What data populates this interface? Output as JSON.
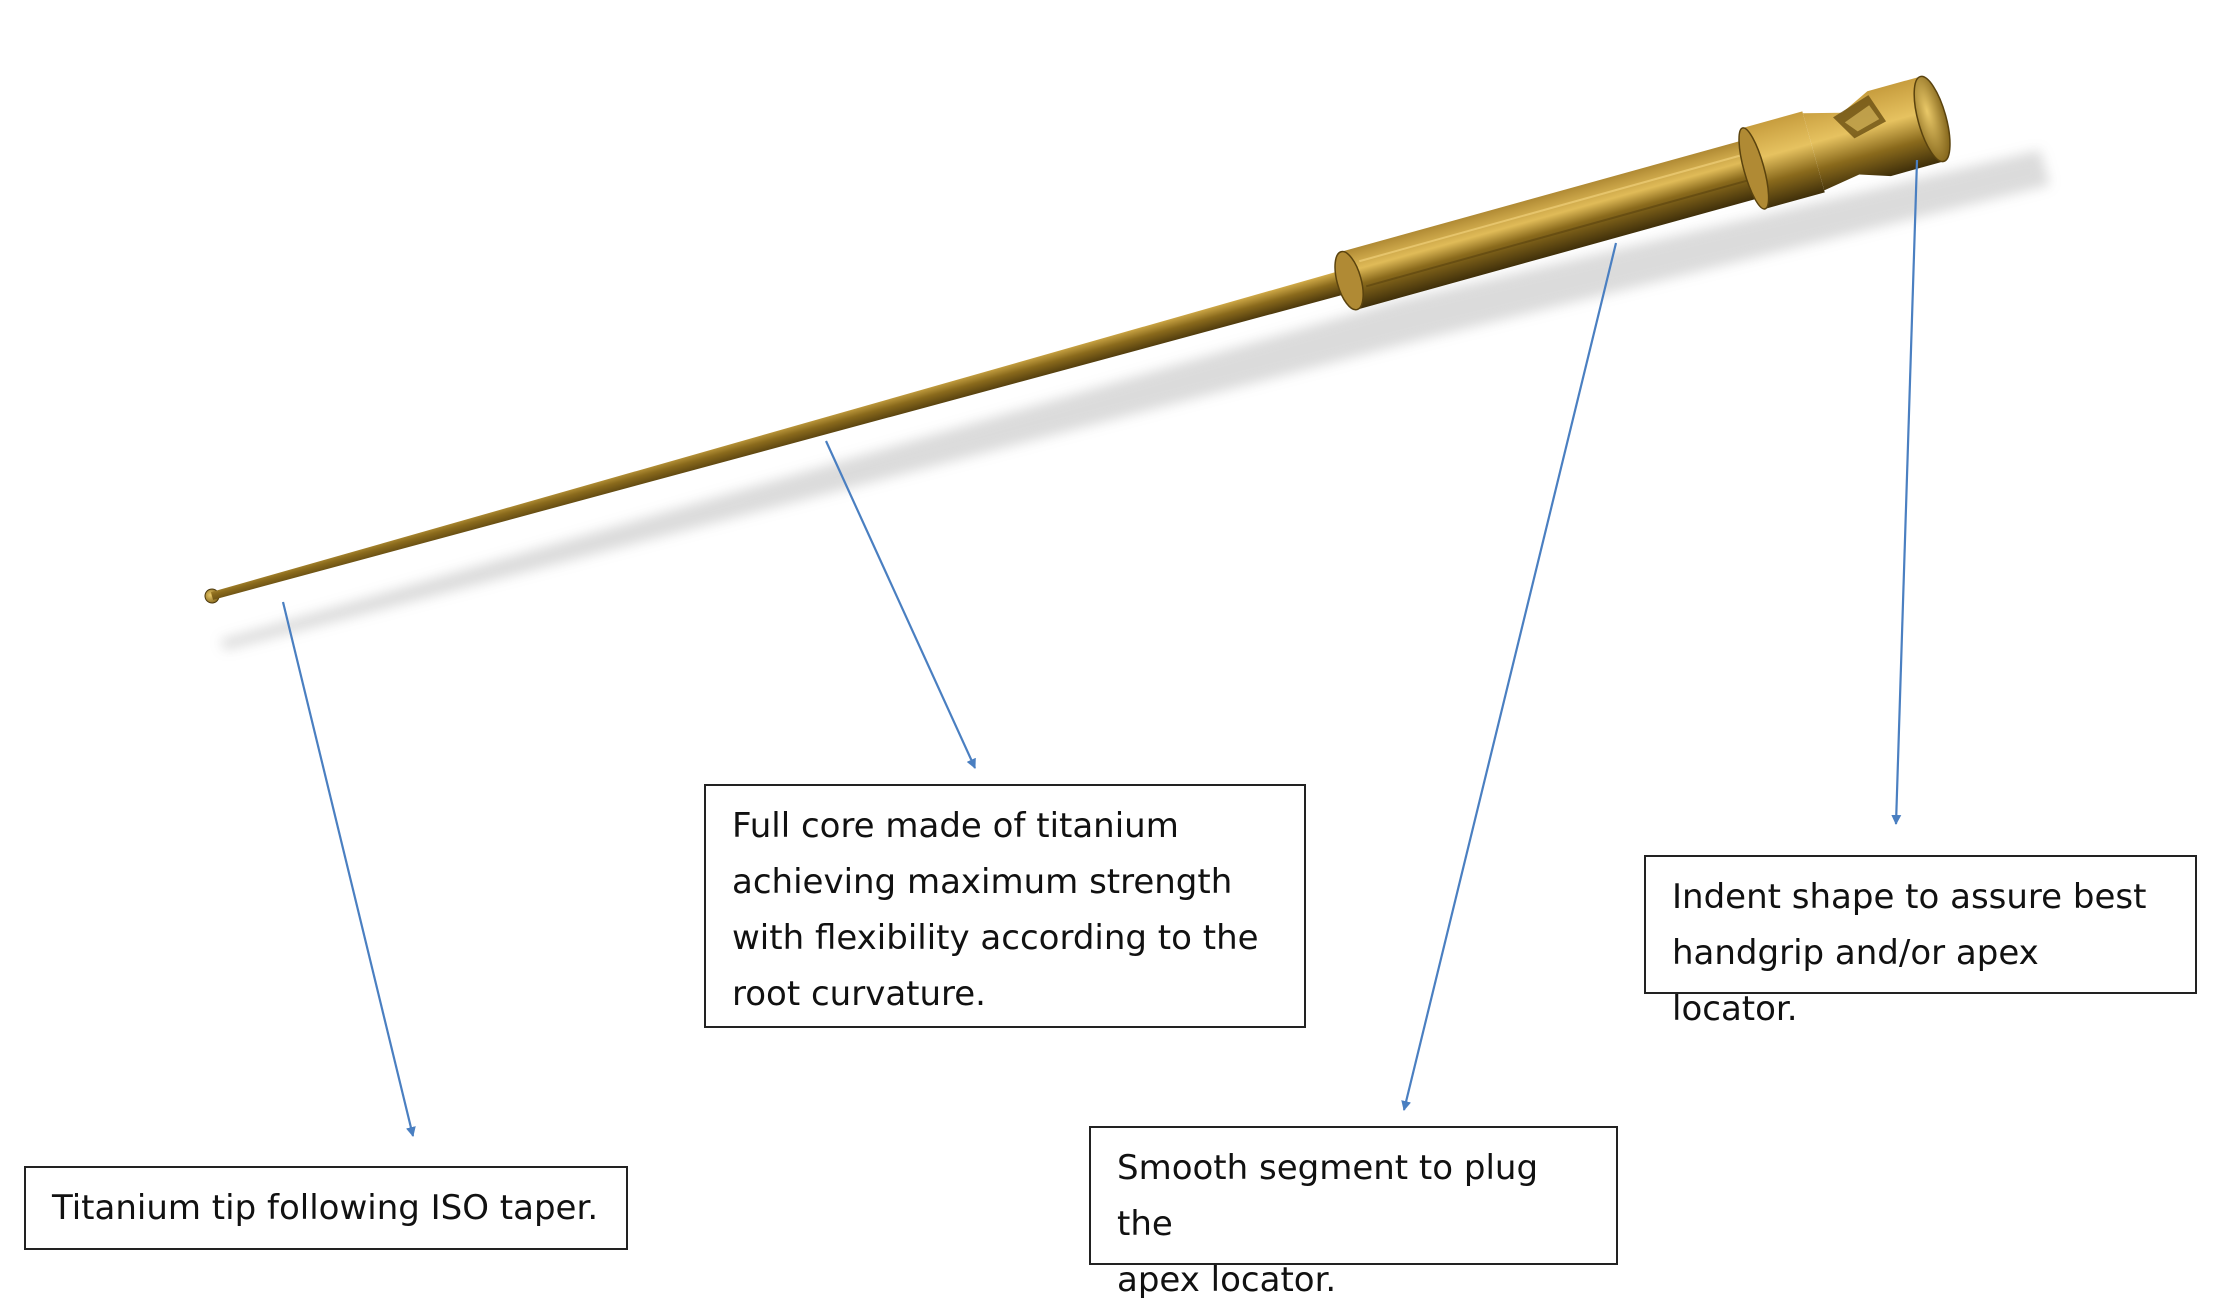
{
  "colors": {
    "background": "#ffffff",
    "instrument_gold": "#8a6a1c",
    "instrument_highlight": "#d4ad4a",
    "instrument_shadow": "#4a370c",
    "arrow_blue": "#4a7fc1",
    "box_border": "#222222",
    "text": "#111111"
  },
  "instrument": {
    "parts": [
      "tip",
      "tapered-shaft",
      "smooth-segment",
      "handle-collar",
      "indented-handle"
    ]
  },
  "callouts": [
    {
      "id": "tip",
      "text": "Titanium tip following ISO taper."
    },
    {
      "id": "core",
      "text": "Full core made of titanium\nachieving maximum strength\nwith flexibility according to the\nroot curvature."
    },
    {
      "id": "smooth",
      "text": "Smooth segment to plug the\napex locator."
    },
    {
      "id": "indent",
      "text": "Indent shape to assure best\nhandgrip and/or apex locator."
    }
  ]
}
